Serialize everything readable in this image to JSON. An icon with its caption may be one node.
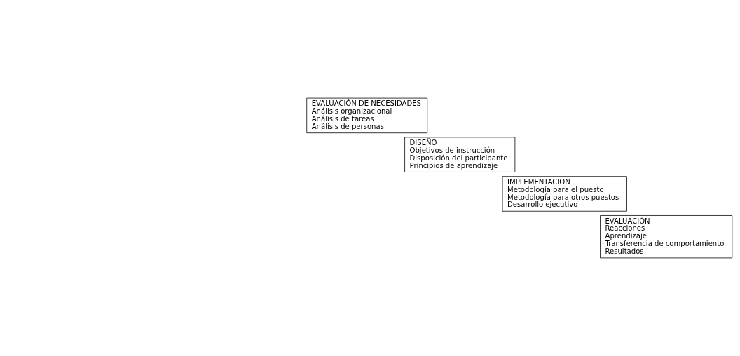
{
  "diagram": {
    "nodes": [
      {
        "text": [
          "EVALUACIÓN DE NECESIDADES",
          "Análisis organizacional",
          "Análisis de tareas",
          "Análisis de personas"
        ]
      },
      {
        "text": [
          "DISEÑO",
          "Objetivos de instrucción",
          "Disposición del participante",
          "Principios de aprendizaje"
        ]
      },
      {
        "text": [
          "IMPLEMENTACION",
          "Metodología para el puesto",
          "Metodología para otros puestos",
          "Desarrollo ejecutivo"
        ]
      },
      {
        "text": [
          "EVALUACIÓN",
          "Reacciones",
          "Aprendizaje",
          "Transferencia de comportamiento",
          "Resultados"
        ]
      }
    ],
    "edges": []
  }
}
